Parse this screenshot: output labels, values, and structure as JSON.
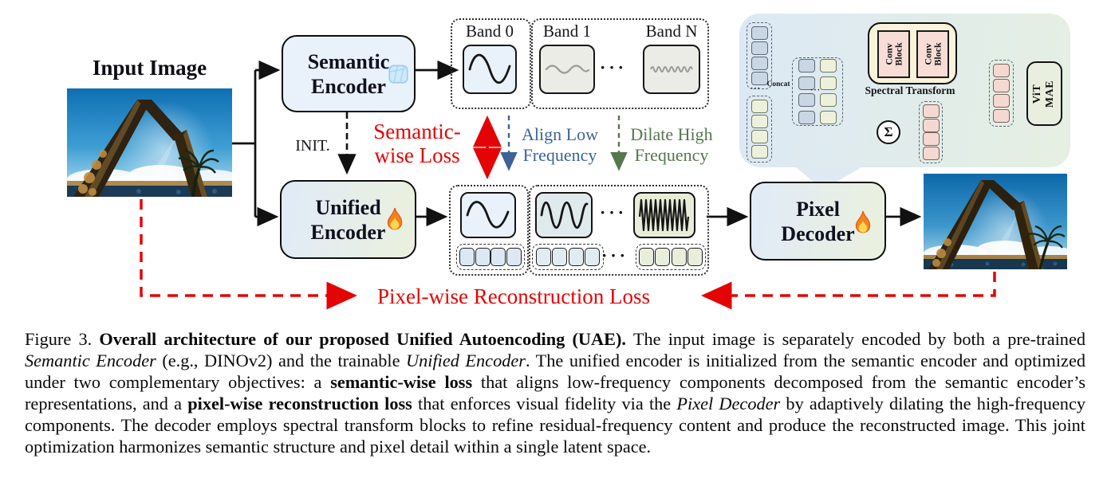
{
  "figure": {
    "input_label": "Input Image",
    "nodes": {
      "semantic_encoder": "Semantic\nEncoder",
      "unified_encoder": "Unified\nEncoder",
      "pixel_decoder": "Pixel\nDecoder"
    },
    "bands": {
      "band0": "Band 0",
      "band1": "Band 1",
      "bandN": "Band N",
      "dots": "···",
      "dots_small": "···"
    },
    "annotations": {
      "init": "INIT.",
      "semantic_loss": "Semantic-\nwise Loss",
      "align_low": "Align Low\nFrequency",
      "dilate_high": "Dilate High\nFrequency",
      "pixel_loss": "Pixel-wise Reconstruction Loss"
    },
    "inset": {
      "concat": "Concat",
      "spectral_transform": "Spectral Transform",
      "conv_block": "Conv\nBlock",
      "sigma": "Σ",
      "vit_mae": "ViT\nMAE"
    },
    "icons": {
      "frozen": "ice-cube-icon",
      "trainable": "flame-icon",
      "sum": "sigma-symbol",
      "add": "circled-plus-icon"
    },
    "colors": {
      "loss_red": "#e30505",
      "align_blue": "#3e6395",
      "dilate_green": "#55784c",
      "semantic_box": "#e9f2fa",
      "gradient_box_left": "#e1ebf6",
      "gradient_box_right": "#eaf0df"
    }
  },
  "caption": {
    "segments": [
      {
        "t": "Figure 3.  "
      },
      {
        "t": "Overall architecture of our proposed Unified Autoencoding (UAE).",
        "b": true
      },
      {
        "t": " The input image is separately encoded by both a pre-trained "
      },
      {
        "t": "Semantic Encoder",
        "i": true
      },
      {
        "t": " (e.g., DINOv2) and the trainable "
      },
      {
        "t": "Unified Encoder",
        "i": true
      },
      {
        "t": ". The unified encoder is initialized from the semantic encoder and optimized under two complementary objectives: a "
      },
      {
        "t": "semantic-wise loss",
        "b": true
      },
      {
        "t": " that aligns low-frequency components decomposed from the semantic encoder’s representations, and a "
      },
      {
        "t": "pixel-wise reconstruction loss",
        "b": true
      },
      {
        "t": " that enforces visual fidelity via the "
      },
      {
        "t": "Pixel Decoder",
        "i": true
      },
      {
        "t": " by adaptively dilating the high-frequency components. The decoder employs spectral transform blocks to refine residual-frequency content and produce the reconstructed image. This joint optimization harmonizes semantic structure and pixel detail within a single latent space."
      }
    ]
  }
}
